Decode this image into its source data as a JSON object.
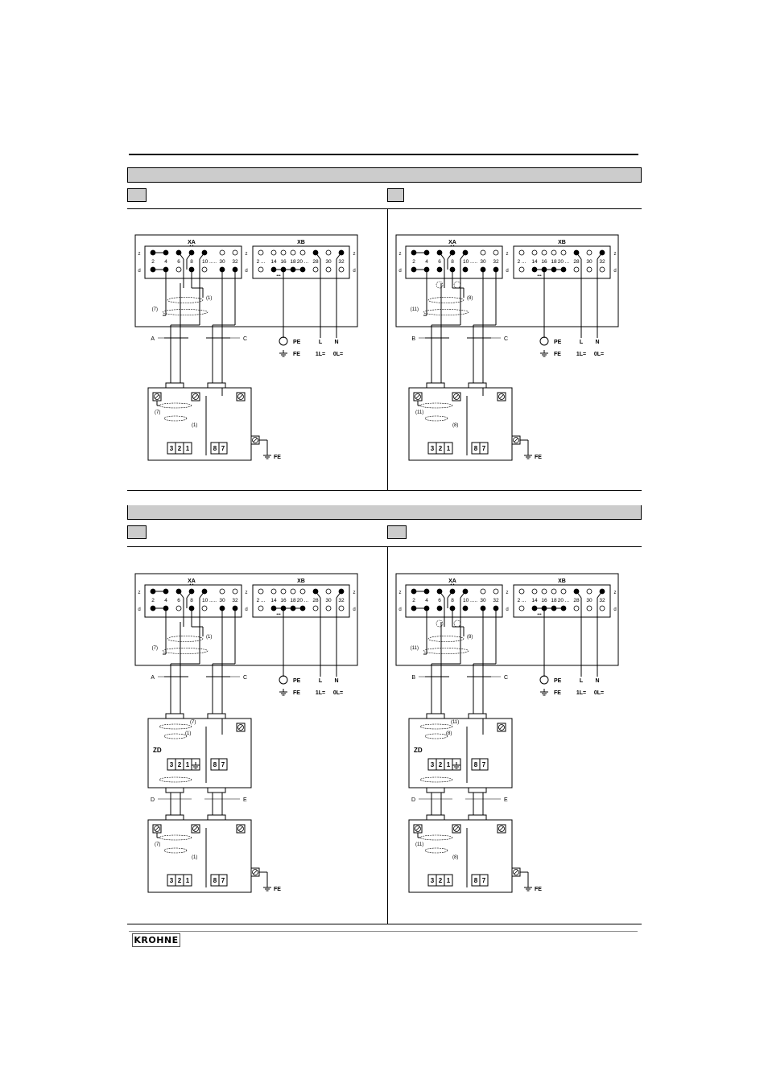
{
  "page": {
    "brand": "KROHNE",
    "section_bars": 2,
    "footer_logo": "KROHNE"
  },
  "labels": {
    "xa": "XA",
    "xb": "XB",
    "z": "z",
    "d": "d",
    "xa_pins": [
      "2",
      "4",
      "6",
      "8",
      "10 .....",
      "30",
      "32"
    ],
    "xb_pins": [
      "2 ...",
      "14",
      "16",
      "18",
      "20 ...",
      "28",
      "30",
      "32"
    ],
    "pe": "PE",
    "fe": "FE",
    "l": "L",
    "n": "N",
    "l_dc": "1L=",
    "n_dc": "0L=",
    "zd": "ZD",
    "terminals_left": [
      "3",
      "2",
      "1"
    ],
    "terminals_right": [
      "8",
      "7"
    ]
  },
  "diagrams": [
    {
      "id": "top-left",
      "cable_left": "A",
      "cable_right": "C",
      "shield_outer": "(7)",
      "shield_inner": "(1)",
      "has_zd": false
    },
    {
      "id": "top-right",
      "cable_left": "B",
      "cable_right": "C",
      "shield_outer": "(11)",
      "shield_inner": "(8)",
      "has_zd": false
    },
    {
      "id": "bottom-left",
      "cable_left": "A",
      "cable_right": "C",
      "cable_left_2": "D",
      "cable_right_2": "E",
      "shield_outer": "(7)",
      "shield_inner": "(1)",
      "has_zd": true
    },
    {
      "id": "bottom-right",
      "cable_left": "B",
      "cable_right": "C",
      "cable_left_2": "D",
      "cable_right_2": "E",
      "shield_outer": "(11)",
      "shield_inner": "(8)",
      "has_zd": true
    }
  ]
}
